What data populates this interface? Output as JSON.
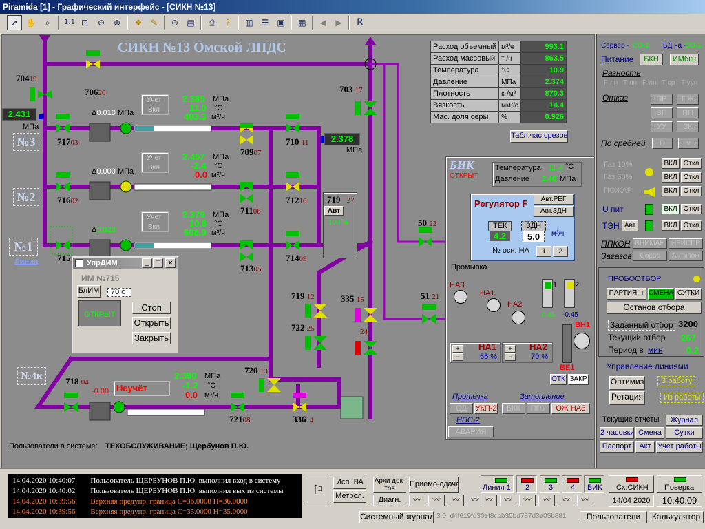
{
  "window": {
    "title": "Piramida [1] - Графический интерфейс - [СИКН №13]"
  },
  "toolbar": {
    "icons": [
      "pointer-icon",
      "hand-icon",
      "zoom-icon",
      "zoom-100-icon",
      "zoom-fit-icon",
      "zoom-out-icon",
      "zoom-in-icon",
      "layers-icon",
      "layers-edit-icon",
      "binoculars-icon",
      "find-icon",
      "print-icon",
      "help-icon",
      "layout-1-icon",
      "layout-2-icon",
      "layout-3-icon",
      "window-icon",
      "back-icon",
      "forward-icon",
      "refresh-icon"
    ],
    "one_label": "1:1",
    "r_label": "R"
  },
  "scheme": {
    "title": "СИКН №13 Омской ЛПДС",
    "line_label": "Линия",
    "line_names": [
      "№3",
      "№2",
      "№1",
      "№4к"
    ],
    "valves": {
      "v704": "704",
      "v704n": "19",
      "v706": "706",
      "v706n": "20",
      "v703": "703",
      "v703n": "17",
      "v717": "717",
      "v717n": "03",
      "v716": "716",
      "v716n": "02",
      "v715": "715",
      "v709": "709",
      "v709n": "07",
      "v710": "710",
      "v710n": "11",
      "v711": "711",
      "v711n": "06",
      "v712": "712",
      "v712n": "10",
      "v713": "713",
      "v713n": "05",
      "v714": "714",
      "v714n": "09",
      "v719": "719",
      "v719n": "27",
      "v719b": "719",
      "v719bn": "12",
      "v722": "722",
      "v722n": "25",
      "v335": "335",
      "v335n": "15",
      "v24": "24",
      "v720": "720",
      "v720n": "13",
      "v721": "721",
      "v721n": "08",
      "v336": "336",
      "v336n": "14",
      "v718": "718",
      "v718n": "04",
      "v50": "50",
      "v50n": "22",
      "v51": "51",
      "v51n": "21"
    },
    "inlet_pressure": "2.431",
    "inlet_unit": "МПа",
    "out_pressure": "2.378",
    "out_unit": "МПа",
    "dp": {
      "l3": "0.010",
      "l2": "0.000",
      "l1": "0.023",
      "l4": "-0.00",
      "unit": "МПа",
      "prefix": "Δ"
    },
    "flows": {
      "l3": {
        "p": "2.385",
        "t": "11.0",
        "q": "483.3",
        "acc": "Учет",
        "vkl": "Вкл"
      },
      "l2": {
        "p": "2.457",
        "t": "-2.4",
        "q": "0.0",
        "acc": "Учет",
        "vkl": "Вкл"
      },
      "l1": {
        "p": "2.379",
        "t": "10.8",
        "q": "508.9",
        "acc": "Учет",
        "vkl": "Вкл"
      },
      "l4": {
        "p": "2.390",
        "t": "-1.2",
        "q": "0.0",
        "acc": "Неучёт"
      }
    },
    "units": {
      "mpa": "МПа",
      "c": "°С",
      "m3h": "м³/ч"
    },
    "v719_box": {
      "mode": "Авт",
      "pct": "100 %"
    },
    "users_label": "Пользователи в системе:",
    "users_value": "ТЕХОБСЛУЖИВАНИЕ; Щербунов П.Ю."
  },
  "params": {
    "rows": [
      {
        "name": "Расход объемный",
        "unit": "м³/ч",
        "value": "993.1"
      },
      {
        "name": "Расход массовый",
        "unit": "т /ч",
        "value": "863.5"
      },
      {
        "name": "Температура",
        "unit": "°С",
        "value": "10.9"
      },
      {
        "name": "Давление",
        "unit": "МПа",
        "value": "2.374"
      },
      {
        "name": "Плотность",
        "unit": "кг/м³",
        "value": "870.3"
      },
      {
        "name": "Вязкость",
        "unit": "мм²/с",
        "value": "14.4"
      },
      {
        "name": "Мас. доля серы",
        "unit": "%",
        "value": "0.926"
      }
    ],
    "table_btn": "Табл.час срезов"
  },
  "bik": {
    "title": "БИК",
    "state": "ОТКРЫТ",
    "temp_label": "Температура",
    "temp_value": "11.4",
    "temp_unit": "°С",
    "press_label": "Давление",
    "press_value": "2.40",
    "press_unit": "МПа",
    "regulator_title": "Регулятор F",
    "avt_reg": "Авт.РЕГ",
    "avt_zdn": "Авт.ЗДН",
    "tek_label": "ТЕК",
    "tek_value": "4.2",
    "zdn_label": "ЗДН",
    "zdn_value": "5.0",
    "flow_unit": "м³/ч",
    "na_label": "№ осн. НА",
    "na1": "1",
    "na2": "2",
    "flush": "Промывка",
    "na3": "НАЗ",
    "na1p": "НА1",
    "na2p": "НА2",
    "f1": "1",
    "f2": "2",
    "dp1": "0.45",
    "dp2": "-0.45",
    "vn1": "ВН1",
    "ve1": "ВЕ1",
    "otk": "ОТК",
    "zakr": "ЗАКР",
    "na1_title": "НА1",
    "na1_pct": "65 %",
    "na2_title": "НА2",
    "na2_pct": "70 %",
    "leak_label": "Протечка",
    "leak_a": "ОД",
    "leak_b": "УКП-2",
    "flood_label": "Затопление",
    "flood_a": "БКК",
    "flood_b": "ППУ",
    "flood_c": "ОЖ НАЗ",
    "nps_label": "НПС-2",
    "nps_alarm": "АВАРИЯ"
  },
  "dialog": {
    "title": "УпрДИМ",
    "subtitle": "ИМ №715",
    "blim": "БлИМ",
    "time": "70 с",
    "state": "ОТКРЫТ",
    "stop": "Стоп",
    "open": "Открыть",
    "close": "Закрыть"
  },
  "right": {
    "server_label": "Сервер -",
    "server_val": "СО-1",
    "db_label": "БД на -",
    "db_val": "СО-1",
    "power_label": "Питание",
    "bkn": "БКН",
    "imbkn": "ИМбкн",
    "diff_label": "Разность",
    "diff_cols": [
      "F лн",
      "T лн",
      "P лн",
      "T ср",
      "T уун"
    ],
    "fail_label": "Отказ",
    "fail_btns": [
      "ПР",
      "ПЖ",
      "ВП",
      "ПП",
      "УУ",
      "ЗК"
    ],
    "avg_label": "По средней",
    "avg_d": "D",
    "avg_v": "ν",
    "gas10": "Газ 10%",
    "gas30": "Газ 30%",
    "fire": "ПОЖАР",
    "upit": "U пит",
    "ten": "ТЭН",
    "ten_avt": "Авт",
    "vkl": "ВКЛ",
    "otkl": "Откл",
    "ppkon": "ППКОН",
    "zagazov": "Загазов",
    "ppk_btns": [
      "ВНИМАН",
      "НЕИСПР",
      "Сброс",
      "Антипож"
    ],
    "sampling": "ПРОБООТБОР",
    "party": "ПАРТИЯ, т",
    "shift": "СМЕНА",
    "day": "СУТКИ",
    "stop_sampling": "Останов отбора",
    "target_label": "Заданный отбор",
    "target_value": "3200",
    "current_label": "Текущий отбор",
    "current_value": "267",
    "period_label": "Период в",
    "period_unit": "мин",
    "period_value": "0.2",
    "lines_mgmt": "Управление линиями",
    "optimize": "Оптимиз",
    "rotate": "Ротация",
    "to_work": "В работу",
    "from_work": "Из работы",
    "reports": "Текущие отчеты",
    "journal": "Журнал",
    "r2h": "2 часовки",
    "rshift": "Смена",
    "rday": "Сутки",
    "passport": "Паспорт",
    "act": "Акт",
    "eow": "Учет работы"
  },
  "bottom": {
    "log": [
      {
        "time": "14.04.2020 10:40:07",
        "text": "Пользователь ЩЕРБУНОВ П.Ю. выполнил вход в систему",
        "color": "#ffffff"
      },
      {
        "time": "14.04.2020 10:40:02",
        "text": "Пользователь ЩЕРБУНОВ П.Ю. выполнил вых из системы",
        "color": "#ffffff"
      },
      {
        "time": "14.04.2020 10:39:56",
        "text": "Верхняя предупр. граница С=36.0000 Н=36.0000",
        "color": "#ff8040"
      },
      {
        "time": "14.04.2020 10:39:56",
        "text": "Верхняя предупр. граница С=35.0000 Н=35.0000",
        "color": "#ff8040"
      }
    ],
    "isp_va": "Исп. ВА",
    "metrol": "Метрол.",
    "archive": "Архи док-тов",
    "handover": "Приемо-сдача",
    "diagn": "Диагн.",
    "line1": "Линия 1",
    "line2": "2",
    "line3": "3",
    "line4": "4",
    "bik": "БИК",
    "sxsikn": "Сх.СИКН",
    "fault": "Поверка",
    "date": "14/04 2020",
    "time": "10:40:09",
    "syslog": "Системный журнал",
    "hash": "3.0_d4f619fd30ef8cbb35bd787d3a05b881",
    "users": "Пользователи",
    "calc": "Калькулятор"
  }
}
